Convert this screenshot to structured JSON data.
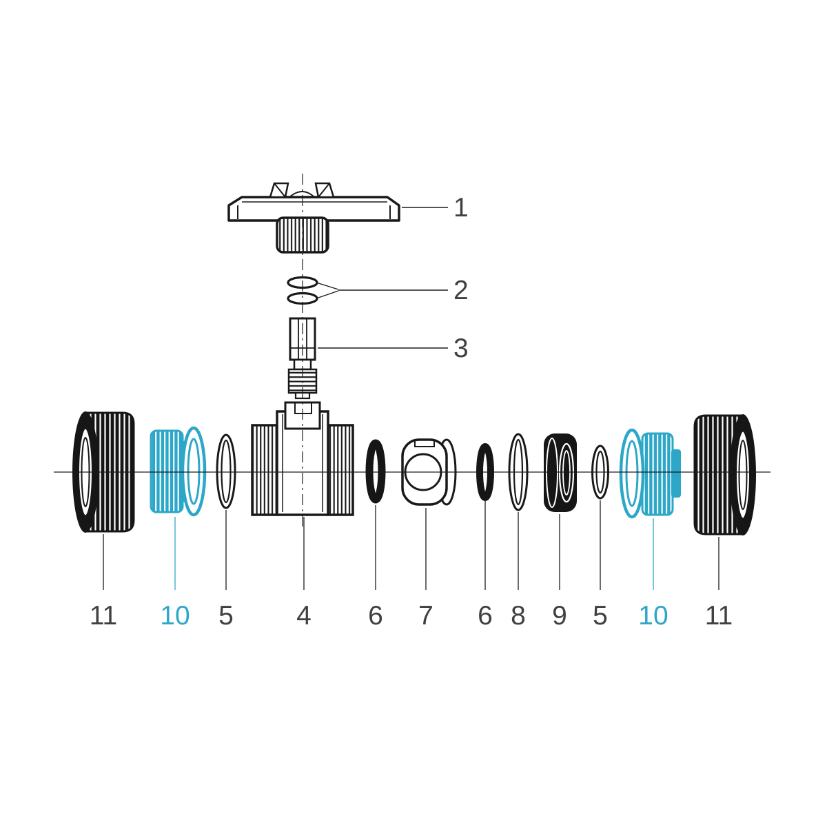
{
  "diagram": {
    "background_color": "#ffffff",
    "line_color": "#1b1b1b",
    "label_color": "#404040",
    "accent_color": "#2da7c8",
    "top_callouts": [
      {
        "label": "1",
        "accent": false
      },
      {
        "label": "2",
        "accent": false
      },
      {
        "label": "3",
        "accent": false
      }
    ],
    "bottom_callouts": [
      {
        "label": "11",
        "accent": false
      },
      {
        "label": "10",
        "accent": true
      },
      {
        "label": "5",
        "accent": false
      },
      {
        "label": "4",
        "accent": false
      },
      {
        "label": "6",
        "accent": false
      },
      {
        "label": "7",
        "accent": false
      },
      {
        "label": "6",
        "accent": false
      },
      {
        "label": "8",
        "accent": false
      },
      {
        "label": "9",
        "accent": false
      },
      {
        "label": "5",
        "accent": false
      },
      {
        "label": "10",
        "accent": true
      },
      {
        "label": "11",
        "accent": false
      }
    ]
  }
}
